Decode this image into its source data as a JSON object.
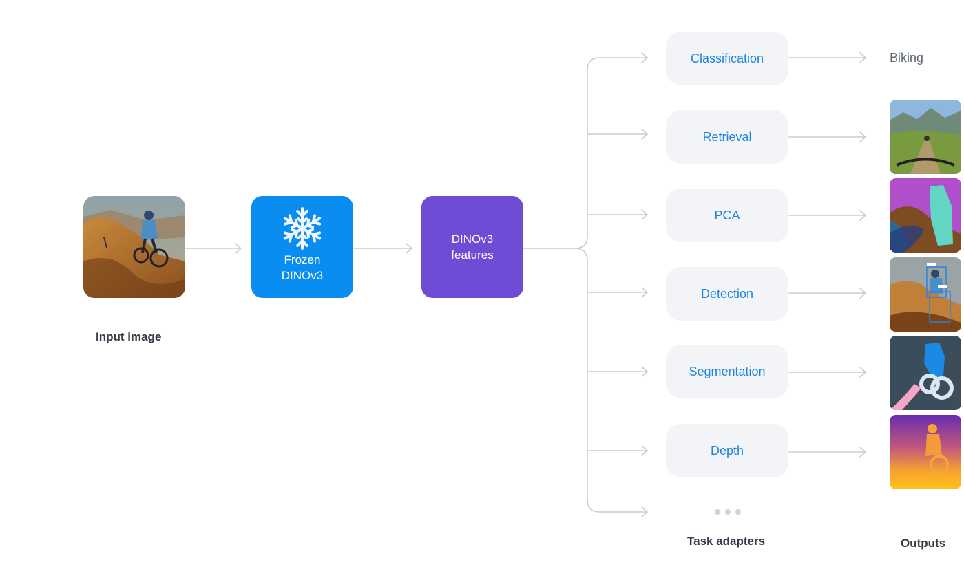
{
  "input": {
    "caption": "Input image"
  },
  "frozen": {
    "line1": "Frozen",
    "line2": "DINOv3"
  },
  "features": {
    "line1": "DINOv3",
    "line2": "features"
  },
  "tasks": [
    {
      "label": "Classification"
    },
    {
      "label": "Retrieval"
    },
    {
      "label": "PCA"
    },
    {
      "label": "Detection"
    },
    {
      "label": "Segmentation"
    },
    {
      "label": "Depth"
    }
  ],
  "task_adapters_caption": "Task adapters",
  "outputs": {
    "caption": "Outputs",
    "classification_result": "Biking"
  },
  "colors": {
    "frozen_box": "#0a8df0",
    "features_box": "#6f4bd6",
    "task_box": "#f3f4f8",
    "task_text": "#1d84de",
    "wire": "#c9ccd2"
  },
  "icons": [
    "snowflake-icon",
    "ellipsis-icon"
  ]
}
